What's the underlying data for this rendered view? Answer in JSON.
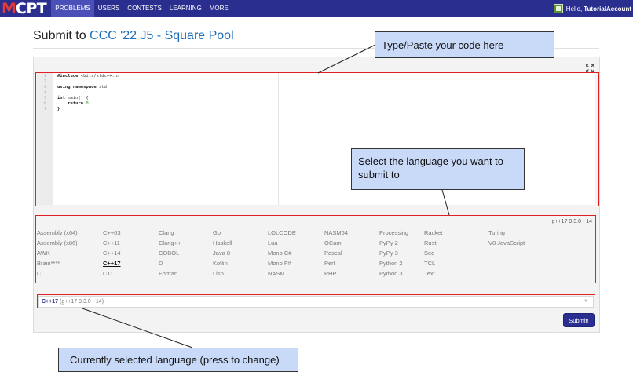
{
  "nav": {
    "logo_first": "M",
    "logo_rest": "CPT",
    "items": [
      {
        "label": "PROBLEMS"
      },
      {
        "label": "USERS"
      },
      {
        "label": "CONTESTS"
      },
      {
        "label": "LEARNING"
      },
      {
        "label": "MORE"
      }
    ],
    "greeting": "Hello,",
    "username": "TutorialAccount"
  },
  "page": {
    "title_prefix": "Submit to",
    "problem_link": "CCC '22 J5 - Square Pool"
  },
  "editor": {
    "line_numbers": [
      "1",
      "2",
      "3",
      "4",
      "5",
      "6",
      "7"
    ],
    "lines": {
      "l1_kw": "#include",
      "l1_rest": " <bits/stdc++.h>",
      "l3_kw": "using namespace",
      "l3_rest": " std;",
      "l5_kw": "int",
      "l5_rest": " main() {",
      "l6_kw": "    return",
      "l6_num": " 0",
      "l6_rest": ";",
      "l7": "}"
    }
  },
  "languages": {
    "version_label": "g++17 9.3.0 - 14",
    "columns": [
      [
        "Assembly (x64)",
        "Assembly (x86)",
        "AWK",
        "Brain****",
        "C"
      ],
      [
        "C++03",
        "C++11",
        "C++14",
        "C++17",
        "C11"
      ],
      [
        "Clang",
        "Clang++",
        "COBOL",
        "D",
        "Fortran"
      ],
      [
        "Go",
        "Haskell",
        "Java 8",
        "Kotlin",
        "Lisp"
      ],
      [
        "LOLCODE",
        "Lua",
        "Mono C#",
        "Mono F#",
        "NASM"
      ],
      [
        "NASM64",
        "OCaml",
        "Pascal",
        "Perl",
        "PHP"
      ],
      [
        "Processing",
        "PyPy 2",
        "PyPy 3",
        "Python 2",
        "Python 3"
      ],
      [
        "Racket",
        "Rust",
        "Sed",
        "TCL",
        "Text"
      ],
      [
        "Turing",
        "V8 JavaScript"
      ]
    ],
    "selected": "C++17"
  },
  "selected_bar": {
    "name": "C++17",
    "version": "(g++17 9.3.0 - 14)"
  },
  "submit_label": "Submit!",
  "annotations": {
    "code_hint": "Type/Paste your code here",
    "lang_hint": "Select the language you want to submit to",
    "selected_hint": "Currently selected language (press to change)"
  },
  "colors": {
    "nav_bg": "#2a2f8f",
    "logo_accent": "#e53935",
    "link": "#1f6fb8",
    "annotation_border": "#e02020",
    "callout_bg": "#c9d9f8"
  }
}
